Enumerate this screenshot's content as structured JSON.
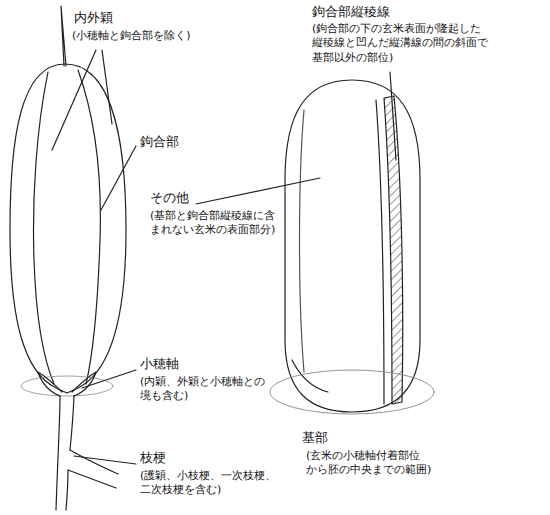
{
  "diagram": {
    "labels": [
      "内外穎",
      "(小穂軸と鉤合部を除く)",
      "鉤合部",
      "その他",
      "(基部と鉤合部縦稜線に含 まれない玄米の表面部分)",
      "小穂軸",
      "(内穎、外穎と小穂軸との 境も含む)",
      "枝梗",
      "(護穎、小枝梗、一次枝梗、 二次枝梗を含む)",
      "鉤合部縦稜線",
      "(鉤合部の下の玄米表面が隆起した 縦稜線と凹んだ縦溝線の間の斜面で 基部以外の部位)",
      "基部",
      "(玄米の小穂軸付着部位 から胚の中央までの範囲)"
    ]
  }
}
